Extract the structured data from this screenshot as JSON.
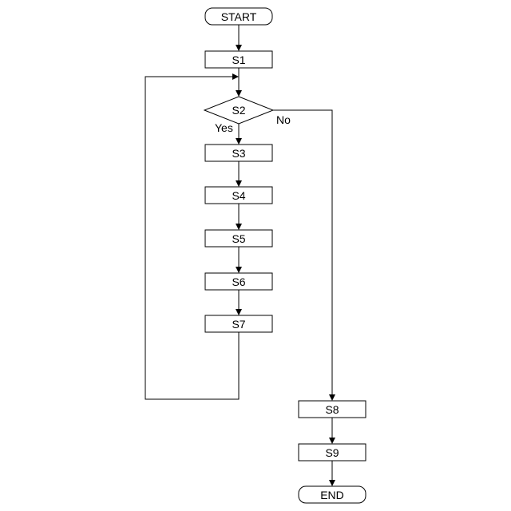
{
  "nodes": {
    "start": {
      "label": "START"
    },
    "s1": {
      "label": "S1"
    },
    "s2": {
      "label": "S2"
    },
    "s3": {
      "label": "S3"
    },
    "s4": {
      "label": "S4"
    },
    "s5": {
      "label": "S5"
    },
    "s6": {
      "label": "S6"
    },
    "s7": {
      "label": "S7"
    },
    "s8": {
      "label": "S8"
    },
    "s9": {
      "label": "S9"
    },
    "end": {
      "label": "END"
    }
  },
  "branches": {
    "yes": "Yes",
    "no": "No"
  },
  "colors": {
    "line": "#000000",
    "background": "#ffffff"
  }
}
